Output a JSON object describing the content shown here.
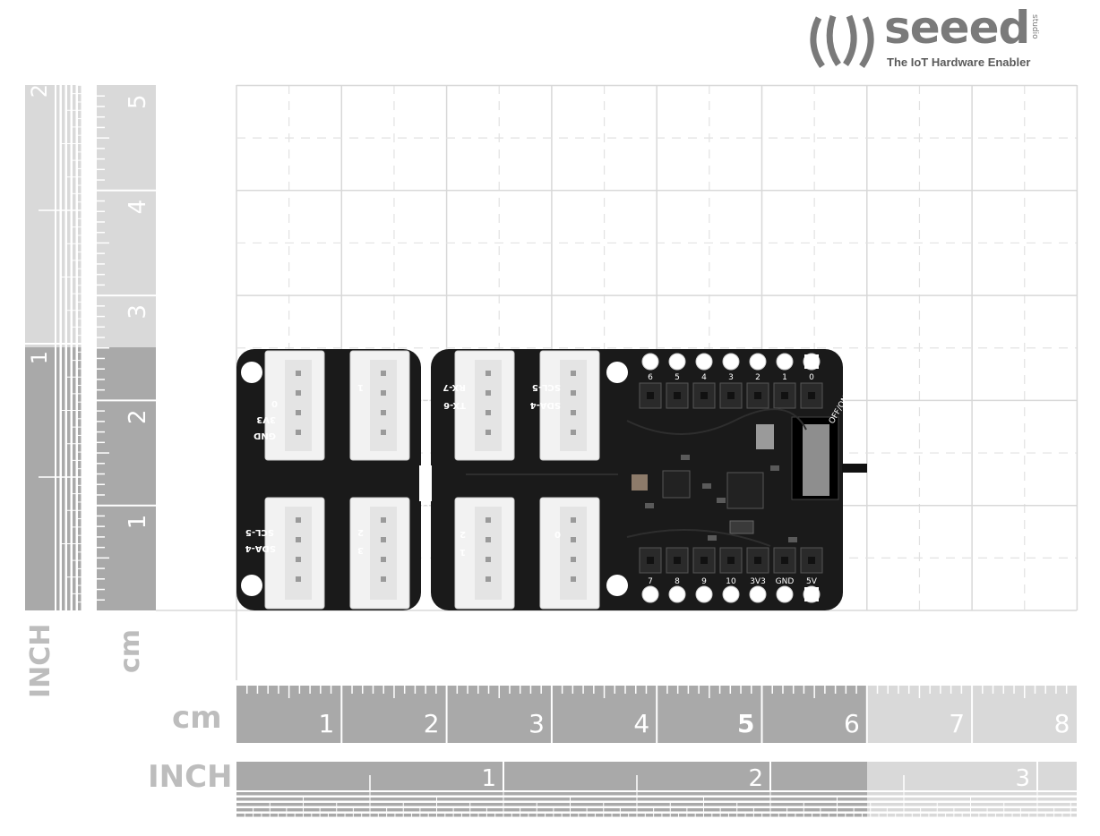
{
  "brand": {
    "name": "seeed",
    "sub": "studio",
    "tagline": "The IoT Hardware Enabler",
    "color": "#7a7a7a"
  },
  "rulers": {
    "cm_label": "cm",
    "inch_label": "INCH",
    "cm_numbers": [
      "1",
      "2",
      "3",
      "4",
      "5",
      "6",
      "7",
      "8"
    ],
    "inch_numbers": [
      "1",
      "2",
      "3"
    ],
    "vertical_cm_numbers": [
      "1",
      "2",
      "3",
      "4",
      "5"
    ],
    "vertical_inch_numbers": [
      "1",
      "2"
    ],
    "dark_color": "#a9a9a9",
    "light_color": "#d9d9d9"
  },
  "board": {
    "color": "#1a1a1a",
    "connector_color": "#f2f2f2",
    "left_panel_labels": [
      "GND",
      "3V3",
      "0",
      "1",
      "SCL-5",
      "SDA-4",
      "2",
      "3"
    ],
    "right_panel_labels": [
      "RX-7",
      "TX-6",
      "SCL-5",
      "SDA-4",
      "1",
      "2",
      "0"
    ],
    "header_top_pins": [
      "6",
      "5",
      "4",
      "3",
      "2",
      "1",
      "0"
    ],
    "header_bottom_pins": [
      "7",
      "8",
      "9",
      "10",
      "3V3",
      "GND",
      "5V"
    ],
    "switch_label": "OFF/ON"
  }
}
